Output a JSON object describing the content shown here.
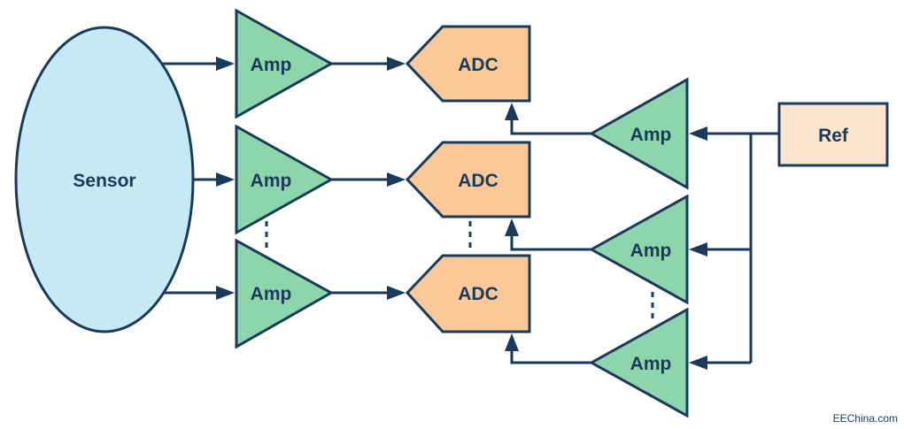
{
  "labels": {
    "sensor": "Sensor",
    "amp": "Amp",
    "adc": "ADC",
    "ref": "Ref"
  },
  "watermark": "EEChina.com",
  "colors": {
    "sensor_fill": "#c6e9f4",
    "amp_fill": "#8dd6ac",
    "adc_fill": "#fbc897",
    "ref_fill": "#fde6cd",
    "stroke": "#1a3a5c"
  }
}
